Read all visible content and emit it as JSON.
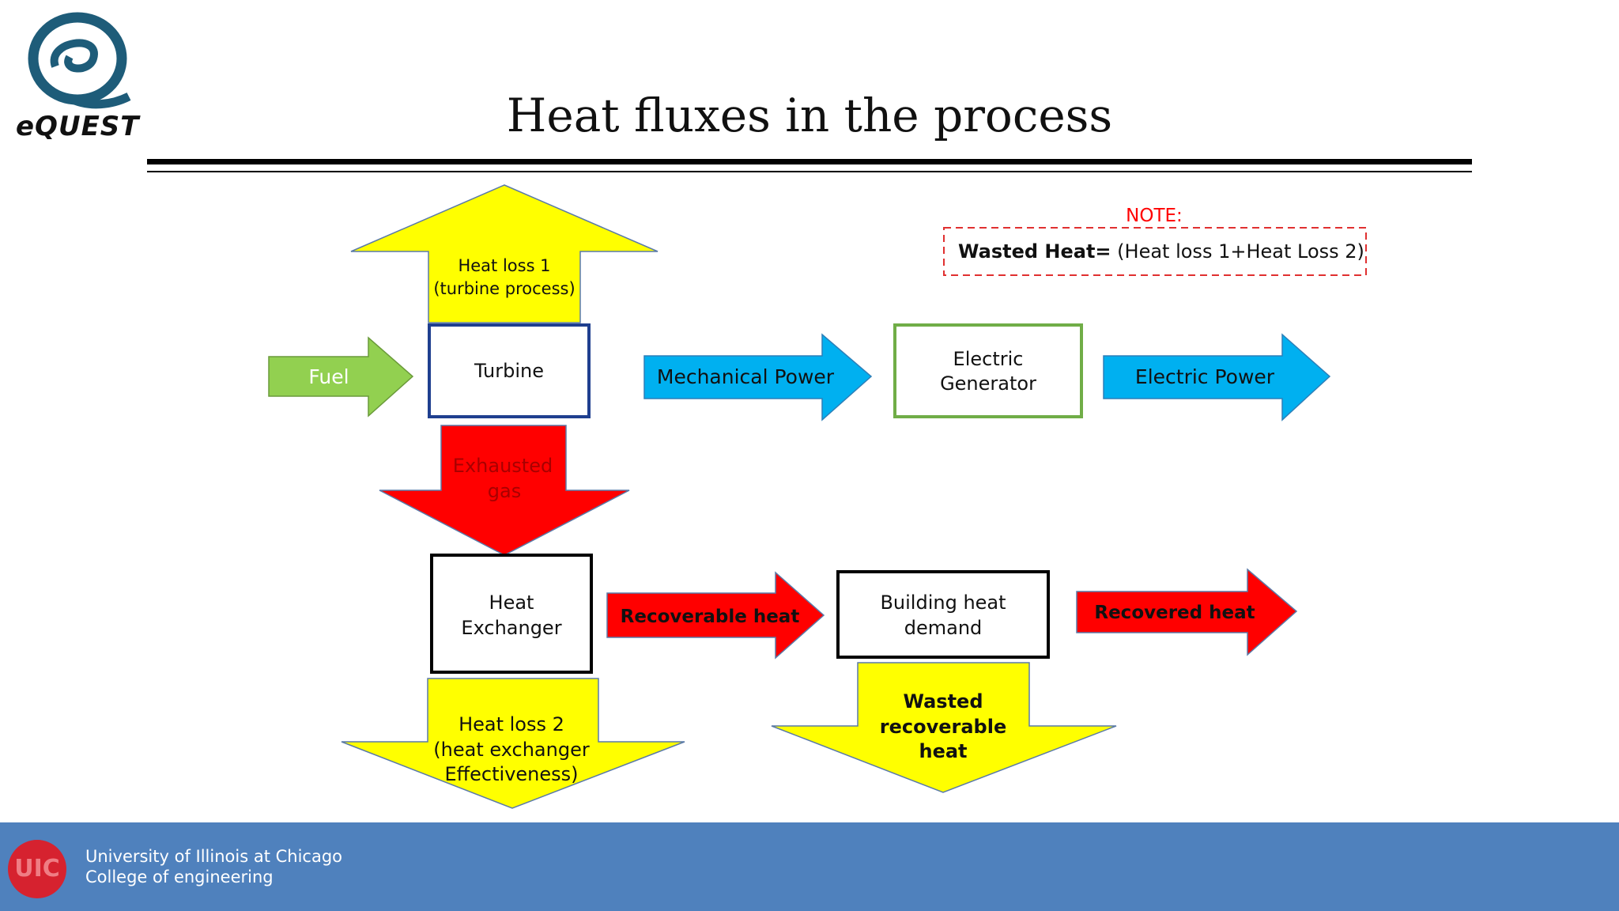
{
  "header": {
    "logo_text": "eQUEST",
    "title": "Heat fluxes in the process"
  },
  "note": {
    "heading": "NOTE:",
    "bold": "Wasted Heat=",
    "formula": " (Heat loss 1+Heat Loss 2)"
  },
  "nodes": {
    "turbine": "Turbine",
    "generator_1": "Electric",
    "generator_2": "Generator",
    "hx_1": "Heat",
    "hx_2": "Exchanger",
    "building_1": "Building heat",
    "building_2": "demand"
  },
  "arrows": {
    "fuel": "Fuel",
    "mechanical": "Mechanical Power",
    "electric": "Electric Power",
    "heat_loss1_1": "Heat loss 1",
    "heat_loss1_2": "(turbine process)",
    "exhausted_1": "Exhausted",
    "exhausted_2": "gas",
    "recoverable": "Recoverable heat",
    "recovered": "Recovered heat",
    "heat_loss2_1": "Heat loss 2",
    "heat_loss2_2": "(heat exchanger",
    "heat_loss2_3": "Effectiveness)",
    "wasted_1": "Wasted",
    "wasted_2": "recoverable",
    "wasted_3": "heat"
  },
  "colors": {
    "yellow": "#ffff00",
    "red": "#ff0000",
    "blue": "#00b0f0",
    "green": "#92d050",
    "navy": "#1f3f8f",
    "footer": "#4f81bd"
  },
  "footer": {
    "uic": "UIC",
    "line1": "University of Illinois at Chicago",
    "line2": "College of engineering"
  }
}
